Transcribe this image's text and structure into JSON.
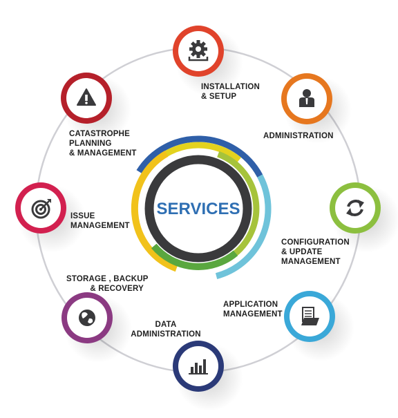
{
  "center": {
    "title": "SERVICES",
    "title_color": "#2f6fb3"
  },
  "nodes": [
    {
      "id": "installation-setup",
      "label": "INSTALLATION\n& SETUP",
      "color": "#e0432b",
      "icon": "gear-icon"
    },
    {
      "id": "administration",
      "label": "ADMINISTRATION",
      "color": "#e6771f",
      "icon": "person-icon"
    },
    {
      "id": "configuration-update",
      "label": "CONFIGURATION\n& UPDATE\nMANAGEMENT",
      "color": "#8cbf3f",
      "icon": "refresh-icon"
    },
    {
      "id": "application-management",
      "label": "APPLICATION\nMANAGEMENT",
      "color": "#3aa8d8",
      "icon": "document-folder-icon"
    },
    {
      "id": "data-administration",
      "label": "DATA\nADMINISTRATION",
      "color": "#2b3a78",
      "icon": "bar-chart-icon"
    },
    {
      "id": "storage-backup",
      "label": "STORAGE , BACKUP\n& RECOVERY",
      "color": "#8b3a82",
      "icon": "globe-icon"
    },
    {
      "id": "issue-management",
      "label": "ISSUE\nMANAGEMENT",
      "color": "#d2204f",
      "icon": "target-icon"
    },
    {
      "id": "catastrophe-planning",
      "label": "CATASTROPHE\nPLANNING\n& MANAGEMENT",
      "color": "#b5202a",
      "icon": "warning-icon"
    }
  ],
  "rings": {
    "arcs": [
      "#2f5fa8",
      "#e3d21e",
      "#a6c33b",
      "#6fc3da",
      "#f1c21b",
      "#5aa73f"
    ],
    "inner_ring": "#3a3a3c"
  }
}
